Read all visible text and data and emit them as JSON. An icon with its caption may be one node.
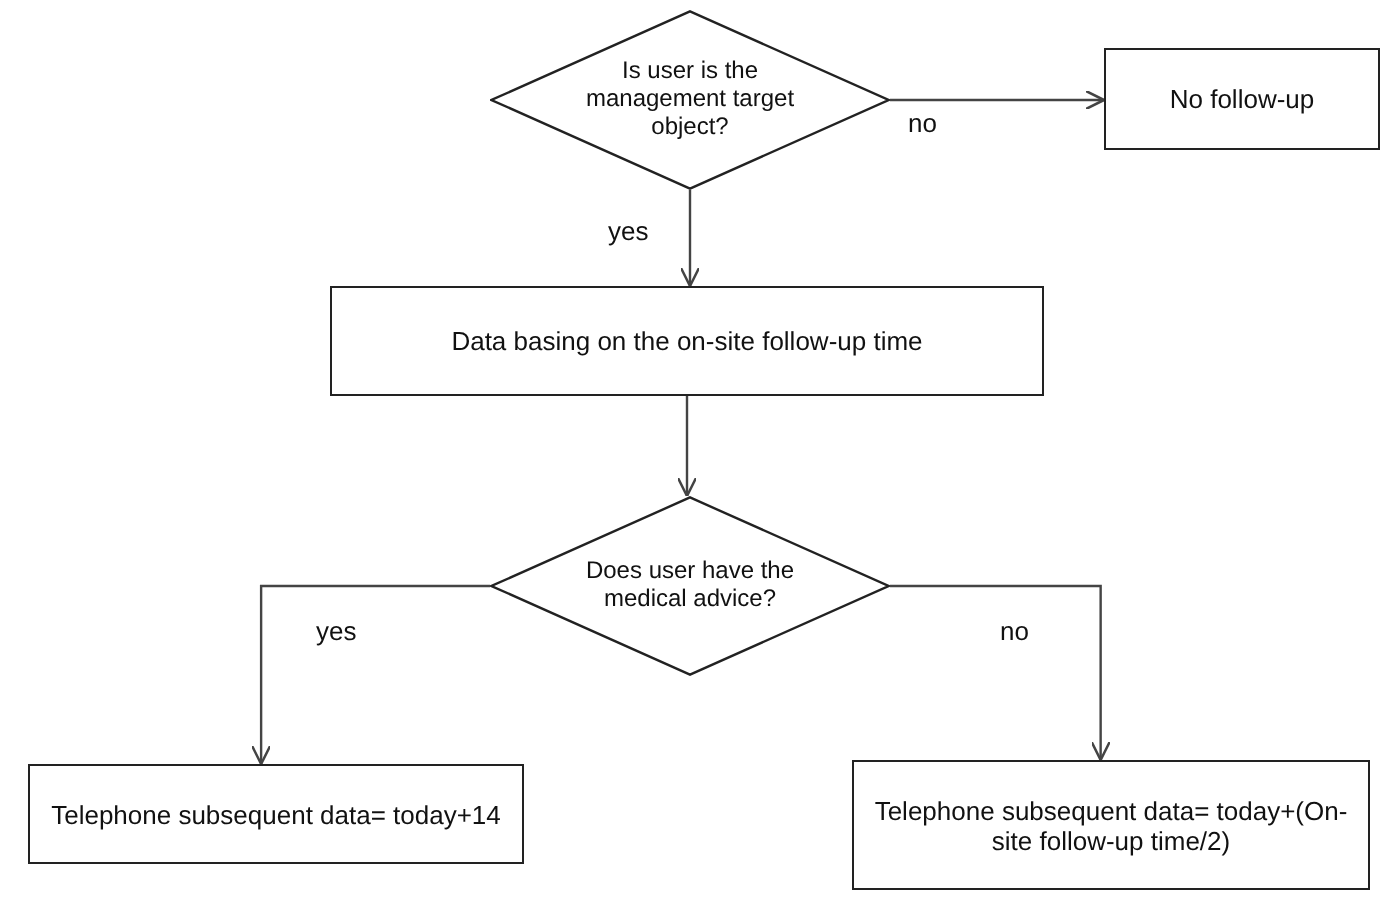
{
  "diagram": {
    "nodes": [
      {
        "text": [
          "Is user is the management target object?"
        ]
      },
      {
        "text": [
          "No follow-up"
        ]
      },
      {
        "text": [
          "Data basing on the on-site follow-up time"
        ]
      },
      {
        "text": [
          "Does user have the medical advice?"
        ]
      },
      {
        "text": [
          "Telephone subsequent data= today+14"
        ]
      },
      {
        "text": [
          "Telephone subsequent data= today+(On-site follow-up time/2)"
        ]
      }
    ],
    "edges": [
      {
        "from": 0,
        "to": 1,
        "arrow": "to",
        "label": "no"
      },
      {
        "from": 0,
        "to": 2,
        "arrow": "to",
        "label": "yes"
      },
      {
        "from": 2,
        "to": 3,
        "arrow": "to"
      },
      {
        "from": 3,
        "to": 4,
        "arrow": "to",
        "label": "yes"
      },
      {
        "from": 3,
        "to": 5,
        "arrow": "to",
        "label": "no"
      }
    ]
  }
}
